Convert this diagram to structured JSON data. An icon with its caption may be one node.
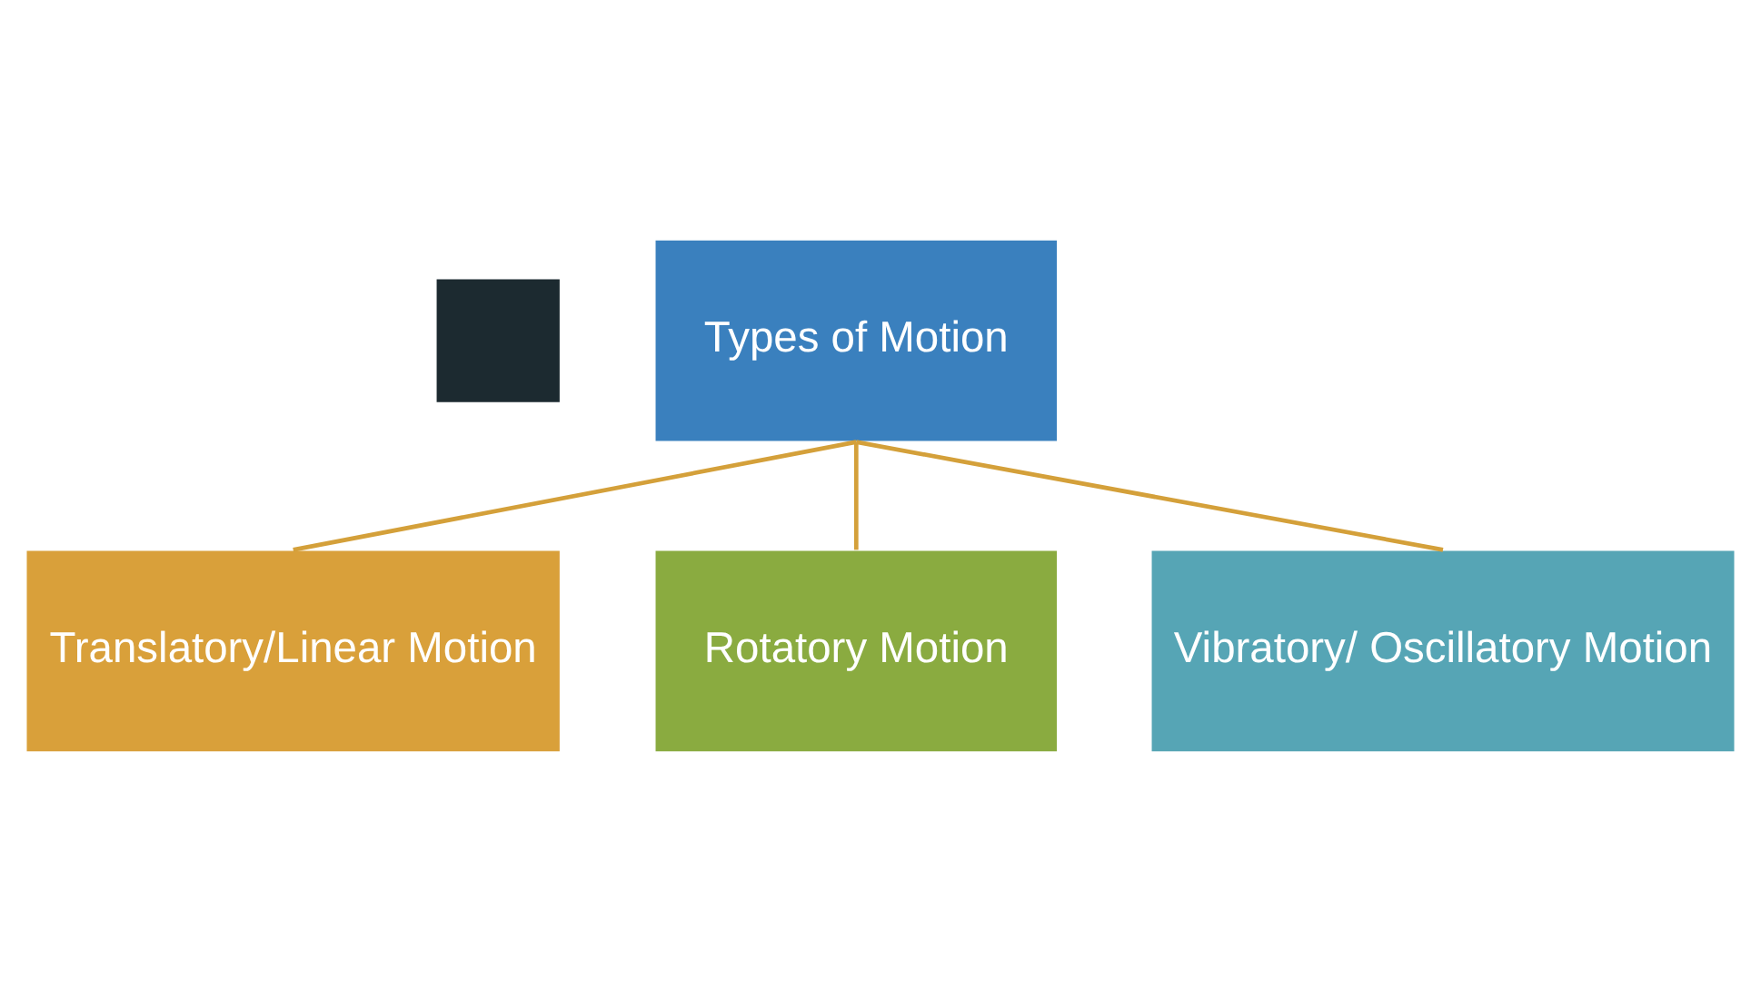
{
  "diagram": {
    "nodes": [
      {
        "text": [],
        "shape": "box"
      },
      {
        "text": [
          "Types of Motion"
        ]
      },
      {
        "text": [
          "Translatory/Linear Motion"
        ]
      },
      {
        "text": [
          "Rotatory Motion"
        ]
      },
      {
        "text": [
          "Vibratory/ Oscillatory Motion"
        ]
      }
    ],
    "edges": [
      {
        "from": 1,
        "to": 2,
        "arrow": "none"
      },
      {
        "from": 1,
        "to": 3,
        "arrow": "none"
      },
      {
        "from": 1,
        "to": 4,
        "arrow": "none"
      }
    ]
  }
}
